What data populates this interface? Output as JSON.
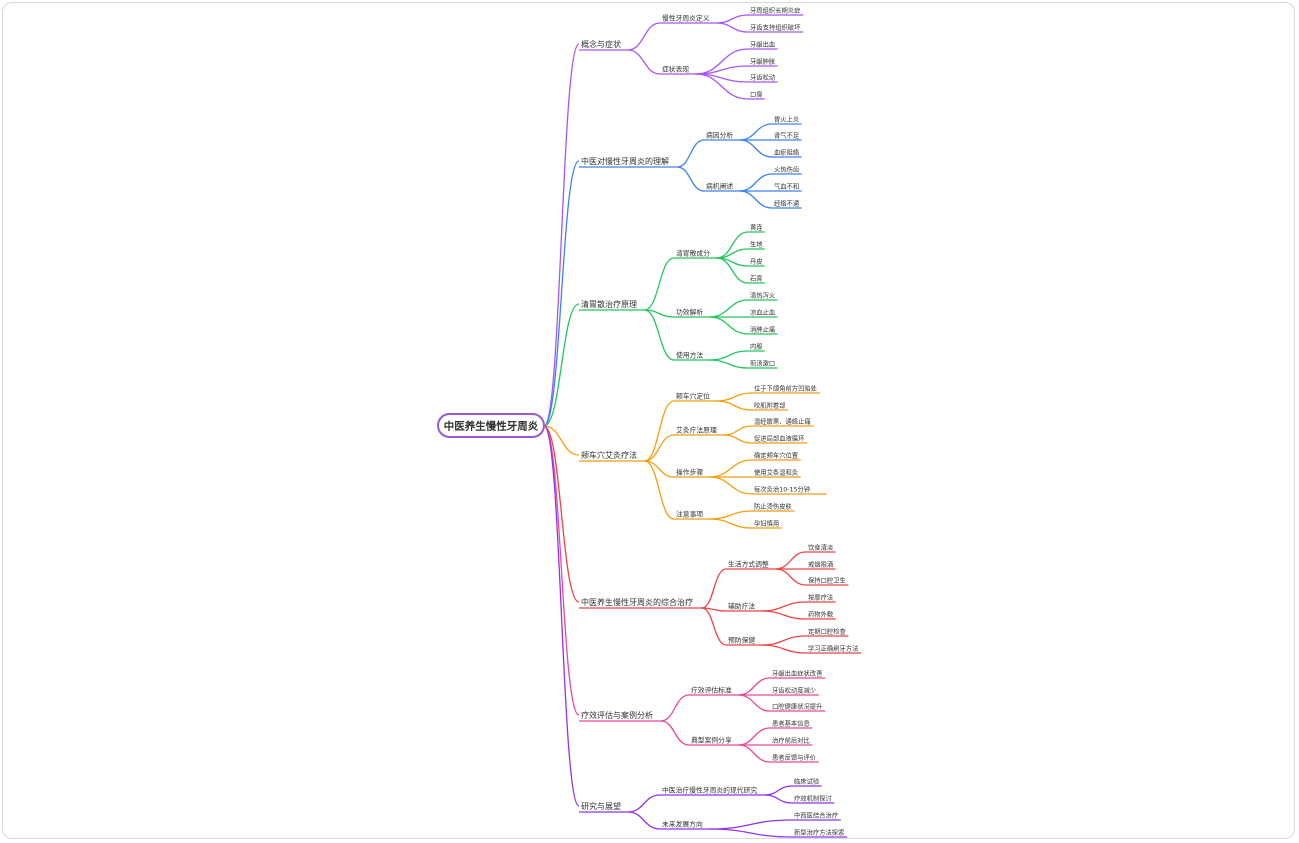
{
  "mindmap": {
    "root": "中医养生慢性牙周炎",
    "colors": {
      "root_border": "#9b59d0",
      "branch_purple": "#a855f7",
      "branch_blue": "#3b82f6",
      "branch_green": "#22c55e",
      "branch_orange": "#f59e0b",
      "branch_red": "#ef4444",
      "branch_pink": "#ec4899",
      "branch_violet": "#9333ea"
    },
    "branches": [
      {
        "label": "概念与症状",
        "color": "#a855f7",
        "children": [
          {
            "label": "慢性牙周炎定义",
            "children": [
              "牙周组织长期炎症",
              "牙齿支持组织破坏"
            ]
          },
          {
            "label": "症状表现",
            "children": [
              "牙龈出血",
              "牙龈肿胀",
              "牙齿松动",
              "口臭"
            ]
          }
        ]
      },
      {
        "label": "中医对慢性牙周炎的理解",
        "color": "#3b82f6",
        "children": [
          {
            "label": "病因分析",
            "children": [
              "胃火上炎",
              "肾气不足",
              "血瘀阻络"
            ]
          },
          {
            "label": "病机阐述",
            "children": [
              "火热伤齿",
              "气血不和",
              "经络不通"
            ]
          }
        ]
      },
      {
        "label": "清胃散治疗原理",
        "color": "#22c55e",
        "children": [
          {
            "label": "清胃散成分",
            "children": [
              "黄连",
              "生地",
              "丹皮",
              "石膏"
            ]
          },
          {
            "label": "功效解析",
            "children": [
              "清热泻火",
              "凉血止血",
              "消肿止痛"
            ]
          },
          {
            "label": "使用方法",
            "children": [
              "内服",
              "煎汤漱口"
            ]
          }
        ]
      },
      {
        "label": "颊车穴艾灸疗法",
        "color": "#f59e0b",
        "children": [
          {
            "label": "颊车穴定位",
            "children": [
              "位于下颌角前方凹陷处",
              "咬肌附着部"
            ]
          },
          {
            "label": "艾灸疗法原理",
            "children": [
              "温经散寒、通络止痛",
              "促进局部血液循环"
            ]
          },
          {
            "label": "操作步骤",
            "children": [
              "确定颊车穴位置",
              "使用艾条温和灸",
              "每次灸治10-15分钟"
            ]
          },
          {
            "label": "注意事项",
            "children": [
              "防止烫伤皮肤",
              "孕妇慎用"
            ]
          }
        ]
      },
      {
        "label": "中医养生慢性牙周炎的综合治疗",
        "color": "#ef4444",
        "children": [
          {
            "label": "生活方式调整",
            "children": [
              "饮食清淡",
              "戒烟限酒",
              "保持口腔卫生"
            ]
          },
          {
            "label": "辅助疗法",
            "children": [
              "按摩疗法",
              "药物外敷"
            ]
          },
          {
            "label": "预防保健",
            "children": [
              "定期口腔检查",
              "学习正确刷牙方法"
            ]
          }
        ]
      },
      {
        "label": "疗效评估与案例分析",
        "color": "#ec4899",
        "children": [
          {
            "label": "疗效评估标准",
            "children": [
              "牙龈出血症状改善",
              "牙齿松动度减少",
              "口腔健康状况提升"
            ]
          },
          {
            "label": "典型案例分享",
            "children": [
              "患者基本信息",
              "治疗前后对比",
              "患者反馈与评价"
            ]
          }
        ]
      },
      {
        "label": "研究与展望",
        "color": "#9333ea",
        "children": [
          {
            "label": "中医治疗慢性牙周炎的现代研究",
            "children": [
              "临床试验",
              "疗效机制探讨"
            ]
          },
          {
            "label": "未来发展方向",
            "children": [
              "中西医结合治疗",
              "新型治疗方法探索"
            ]
          }
        ]
      }
    ]
  }
}
